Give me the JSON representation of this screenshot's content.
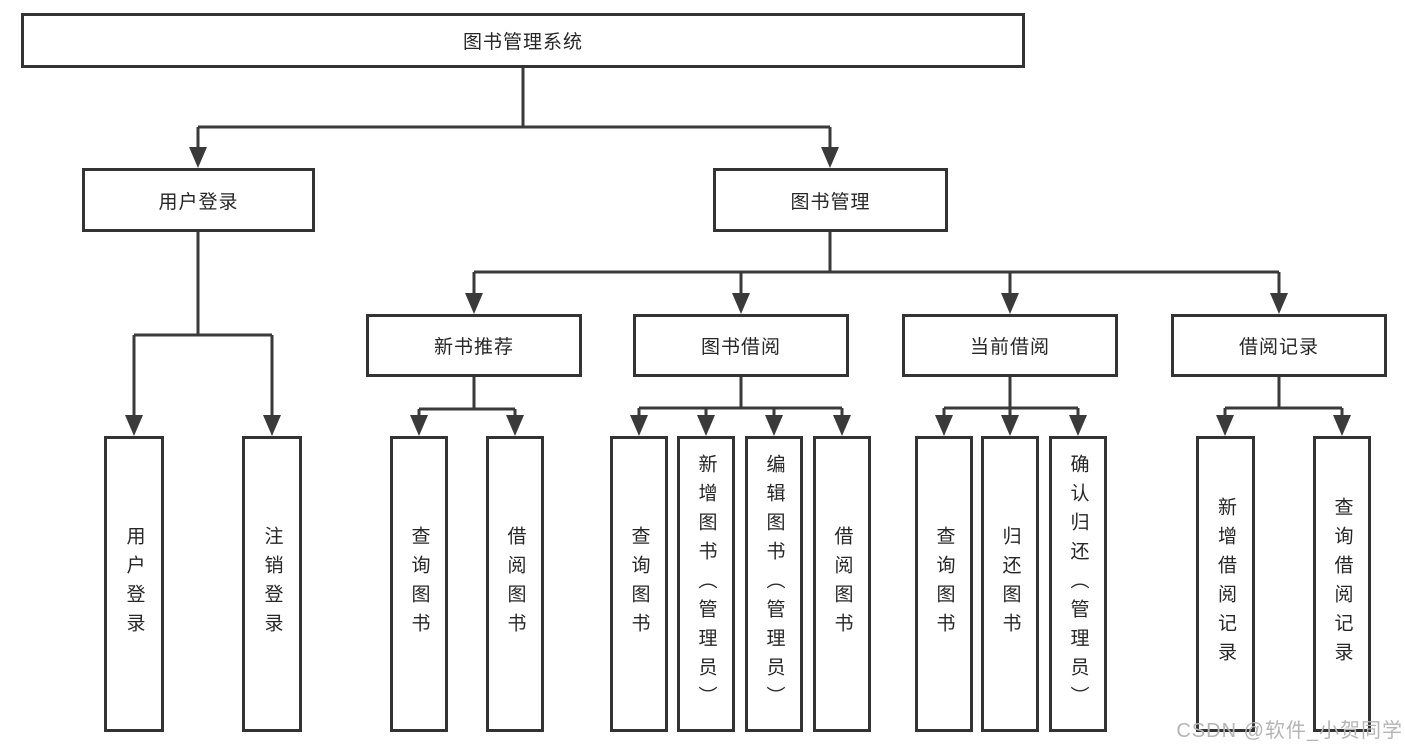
{
  "nodes": {
    "root": "图书管理系统",
    "level1": [
      "用户登录",
      "图书管理"
    ],
    "level2": [
      "新书推荐",
      "图书借阅",
      "当前借阅",
      "借阅记录"
    ],
    "leaves": [
      "用户登录",
      "注销登录",
      "查询图书",
      "借阅图书",
      "查询图书",
      "新增图书（管理员）",
      "编辑图书（管理员）",
      "借阅图书",
      "查询图书",
      "归还图书",
      "确认归还（管理员）",
      "新增借阅记录",
      "查询借阅记录"
    ]
  },
  "watermark": "CSDN @软件_小贺同学",
  "colors": {
    "line": "#3a3a3a",
    "box_border": "#333333",
    "text": "#262626",
    "watermark": "#b5b5b5",
    "background": "#ffffff"
  }
}
